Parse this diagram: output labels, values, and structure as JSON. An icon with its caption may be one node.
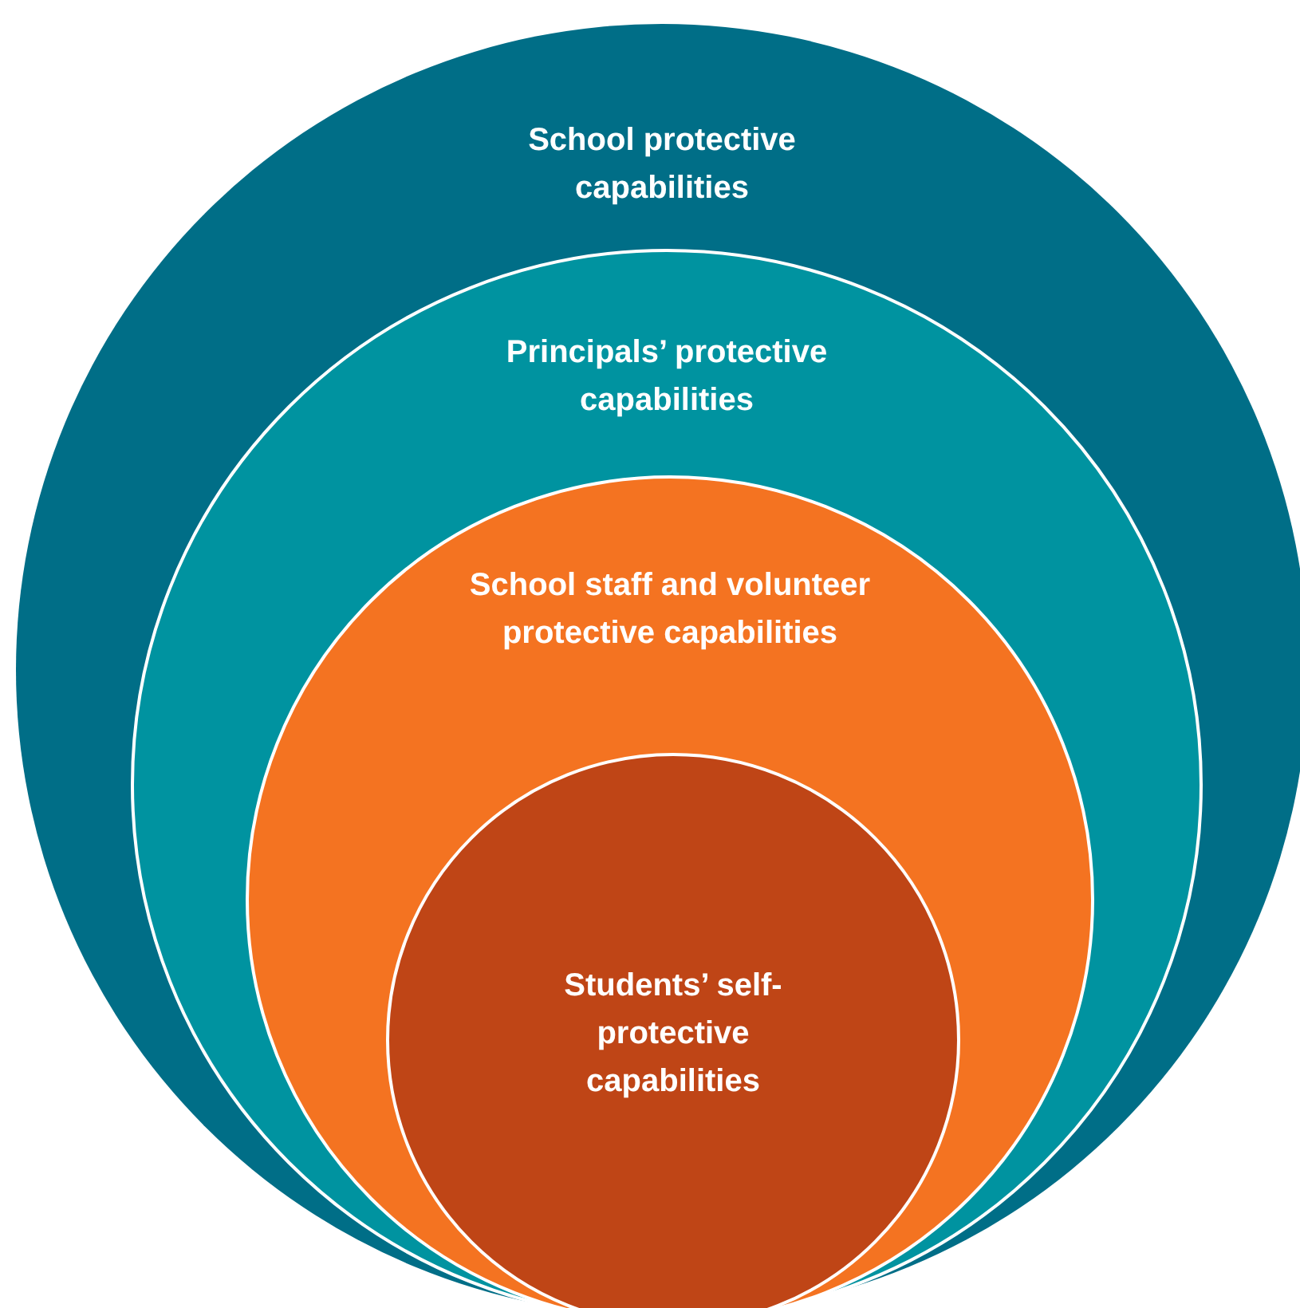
{
  "diagram": {
    "nodes": [
      {
        "text": [
          "School protective capabilities"
        ]
      },
      {
        "text": [
          "Principals’ protective capabilities"
        ],
        "in": 0
      },
      {
        "text": [
          "School staff and volunteer protective capabilities"
        ],
        "in": 1
      },
      {
        "text": [
          "Students’ self-protective capabilities"
        ],
        "in": 2
      }
    ]
  }
}
